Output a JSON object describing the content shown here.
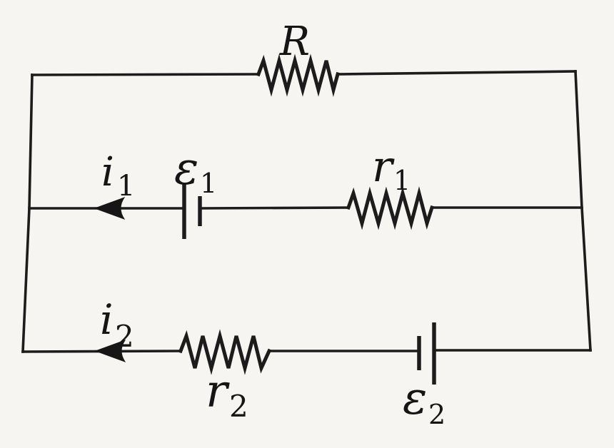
{
  "figure": {
    "type": "circuit-diagram",
    "background_color": "#f6f5f2",
    "ink_color": "#1c1c1c",
    "labels": {
      "R": {
        "main": "R"
      },
      "i1": {
        "main": "i",
        "sub": "1"
      },
      "eps1": {
        "main": "ε",
        "sub": "1"
      },
      "r1": {
        "main": "r",
        "sub": "1"
      },
      "i2": {
        "main": "i",
        "sub": "2"
      },
      "r2": {
        "main": "r",
        "sub": "2"
      },
      "eps2": {
        "main": "ε",
        "sub": "2"
      }
    },
    "components": [
      {
        "id": "R",
        "type": "resistor",
        "branch": "top"
      },
      {
        "id": "i1",
        "type": "current-arrow",
        "branch": "middle",
        "direction": "left"
      },
      {
        "id": "eps1",
        "type": "battery-emf",
        "branch": "middle"
      },
      {
        "id": "r1",
        "type": "resistor",
        "branch": "middle"
      },
      {
        "id": "i2",
        "type": "current-arrow",
        "branch": "bottom",
        "direction": "left"
      },
      {
        "id": "r2",
        "type": "resistor",
        "branch": "bottom"
      },
      {
        "id": "eps2",
        "type": "battery-emf",
        "branch": "bottom"
      }
    ]
  }
}
